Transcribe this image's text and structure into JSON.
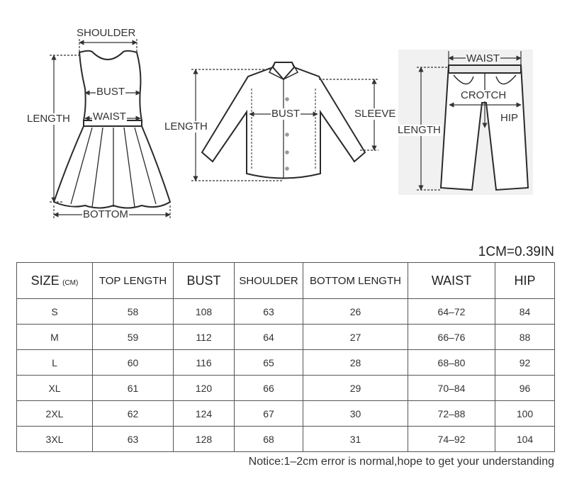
{
  "diagram": {
    "dress": {
      "shoulder": "SHOULDER",
      "bust": "BUST",
      "waist": "WAIST",
      "length": "LENGTH",
      "bottom": "BOTTOM"
    },
    "shirt": {
      "length": "LENGTH",
      "bust": "BUST",
      "sleeve": "SLEEVE"
    },
    "pants": {
      "waist": "WAIST",
      "crotch": "CROTCH",
      "hip": "HIP",
      "length": "LENGTH"
    }
  },
  "conversion": "1CM=0.39IN",
  "table": {
    "size_label": "SIZE",
    "size_unit": "(CM)",
    "headers": [
      "TOP LENGTH",
      "BUST",
      "SHOULDER",
      "BOTTOM LENGTH",
      "WAIST",
      "HIP"
    ],
    "rows": [
      [
        "S",
        "58",
        "108",
        "63",
        "26",
        "64–72",
        "84"
      ],
      [
        "M",
        "59",
        "112",
        "64",
        "27",
        "66–76",
        "88"
      ],
      [
        "L",
        "60",
        "116",
        "65",
        "28",
        "68–80",
        "92"
      ],
      [
        "XL",
        "61",
        "120",
        "66",
        "29",
        "70–84",
        "96"
      ],
      [
        "2XL",
        "62",
        "124",
        "67",
        "30",
        "72–88",
        "100"
      ],
      [
        "3XL",
        "63",
        "128",
        "68",
        "31",
        "74–92",
        "104"
      ]
    ]
  },
  "notice": "Notice:1–2cm error is normal,hope to get your understanding"
}
